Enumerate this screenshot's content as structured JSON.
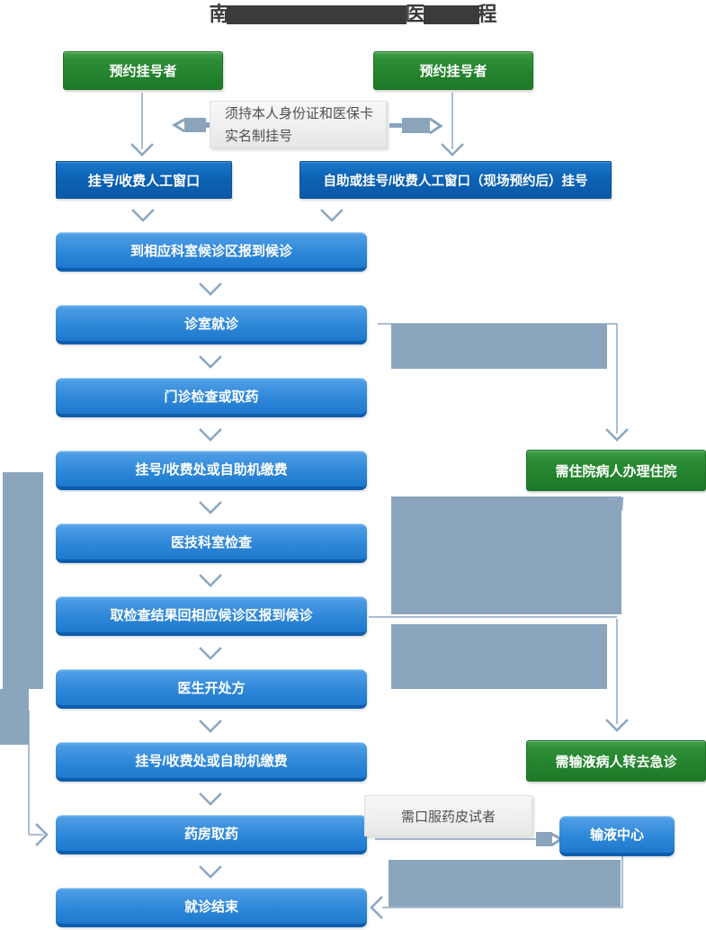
{
  "title": {
    "visible_start": "南",
    "visible_mid": "医",
    "visible_end": "程"
  },
  "nodes": {
    "appointment_left": "预约挂号者",
    "appointment_right": "预约挂号者",
    "id_note_line1": "须持本人身份证和医保卡",
    "id_note_line2": "实名制挂号",
    "manual_window": "挂号/收费人工窗口",
    "self_service_window": "自助或挂号/收费人工窗口（现场预约后）挂号",
    "steps": [
      "到相应科室候诊区报到候诊",
      "诊室就诊",
      "门诊检查或取药",
      "挂号/收费处或自助机缴费",
      "医技科室检查",
      "取检查结果回相应候诊区报到候诊",
      "医生开处方",
      "挂号/收费处或自助机缴费",
      "药房取药",
      "就诊结束"
    ],
    "hospitalization": "需住院病人办理住院",
    "emergency_transfer": "需输液病人转去急诊",
    "skin_test_note": "需口服药皮试者",
    "infusion_center": "输液中心"
  },
  "colors": {
    "green_box": "#24822e",
    "dark_blue_box": "#0e62b4",
    "glossy_blue_top": "#6ab3ef",
    "glossy_blue_bottom": "#1e79cd",
    "redaction_block": "#8ba5bd",
    "connector": "#8da8c2",
    "note_text": "#4f4f4f",
    "title_text": "#3b3b3b"
  }
}
